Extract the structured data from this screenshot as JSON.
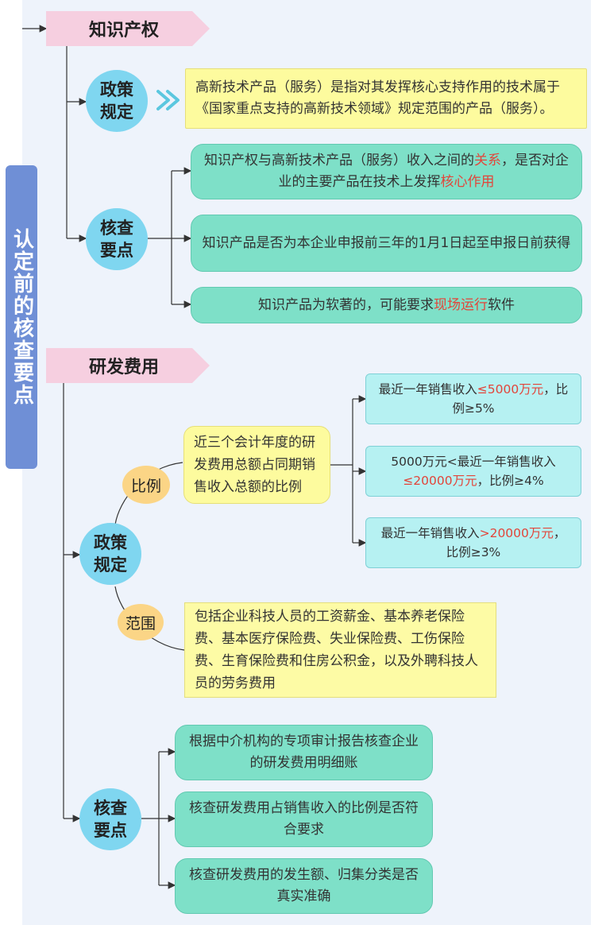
{
  "sidebar": {
    "title": "认定前的核查要点"
  },
  "section1": {
    "title": "知识产权",
    "policy": {
      "label": "政策规定",
      "text": "高新技术产品（服务）是指对其发挥核心支持作用的技术属于《国家重点支持的高新技术领域》规定范围的产品（服务）。"
    },
    "check": {
      "label": "核查要点",
      "items": [
        {
          "pre": "知识产权与高新技术产品（服务）收入之间的",
          "hl": "关系",
          "mid": "，是否对企业的主要产品在技术上发挥",
          "hl2": "核心作用"
        },
        {
          "text": "知识产品是否为本企业申报前三年的1月1日起至申报日前获得"
        },
        {
          "pre": "知识产品为软著的，可能要求",
          "hl": "现场运行",
          "post": "软件"
        }
      ]
    }
  },
  "section2": {
    "title": "研发费用",
    "policy": {
      "label": "政策规定",
      "ratio": {
        "label": "比例",
        "text": "近三个会计年度的研发费用总额占同期销售收入总额的比例",
        "tiers": [
          {
            "pre": "最近一年销售收入",
            "hl": "≤5000万元",
            "post": "，比例≥5%"
          },
          {
            "pre": "5000万元<最近一年销售收入",
            "hl": "≤20000万元",
            "post": "，比例≥4%"
          },
          {
            "pre": "最近一年销售收入",
            "hl": ">20000万元",
            "post": "，比例≥3%"
          }
        ]
      },
      "scope": {
        "label": "范围",
        "text": "包括企业科技人员的工资薪金、基本养老保险费、基本医疗保险费、失业保险费、工伤保险费、生育保险费和住房公积金，以及外聘科技人员的劳务费用"
      }
    },
    "check": {
      "label": "核查要点",
      "items": [
        {
          "text": "根据中介机构的专项审计报告核查企业的研发费用明细账"
        },
        {
          "text": "核查研发费用占销售收入的比例是否符合要求"
        },
        {
          "text": "核查研发费用的发生额、归集分类是否真实准确"
        }
      ]
    }
  },
  "colors": {
    "accent_red": "#e2453a",
    "banner": "#f6cfe0",
    "node": "#7fd6f0",
    "item": "#7ee0c8",
    "note": "#fdfb9e"
  }
}
